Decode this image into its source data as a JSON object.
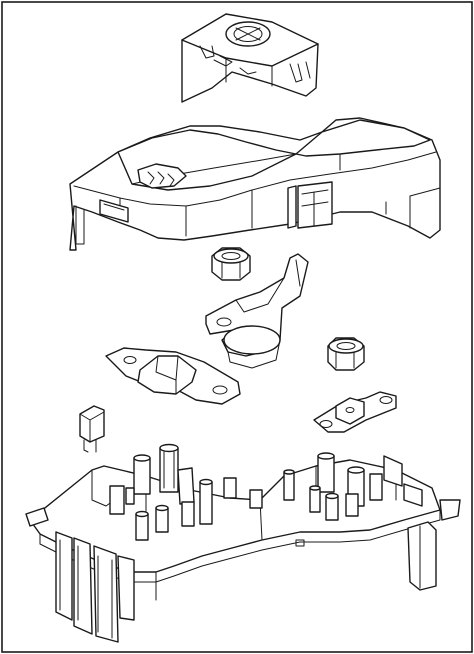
{
  "diagram": {
    "type": "exploded-parts-illustration",
    "parts": [
      {
        "id": "terminal-cover",
        "icon": "terminal-cover-shape"
      },
      {
        "id": "fuse-block-cover",
        "icon": "fuse-block-cover-shape"
      },
      {
        "id": "nut-left",
        "icon": "hex-nut-shape"
      },
      {
        "id": "battery-cable-terminal",
        "icon": "cable-terminal-shape"
      },
      {
        "id": "nut-right",
        "icon": "hex-nut-shape"
      },
      {
        "id": "mega-fuse-large",
        "icon": "strip-fuse-shape"
      },
      {
        "id": "mega-fuse-small",
        "icon": "strip-fuse-shape"
      },
      {
        "id": "mini-fuse",
        "icon": "blade-fuse-shape"
      },
      {
        "id": "fuse-block-base",
        "icon": "fuse-block-base-shape"
      }
    ],
    "colors": {
      "line": "#1a1a1a",
      "fill": "#ffffff"
    }
  }
}
